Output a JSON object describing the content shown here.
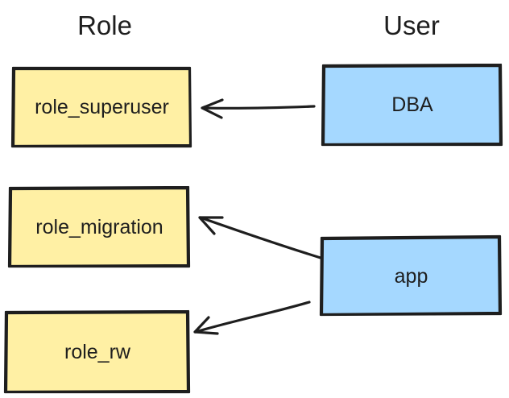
{
  "headers": {
    "role": "Role",
    "user": "User"
  },
  "roles": [
    {
      "id": "role_superuser",
      "label": "role_superuser"
    },
    {
      "id": "role_migration",
      "label": "role_migration"
    },
    {
      "id": "role_rw",
      "label": "role_rw"
    }
  ],
  "users": [
    {
      "id": "dba",
      "label": "DBA"
    },
    {
      "id": "app",
      "label": "app"
    }
  ],
  "edges": [
    {
      "from": "dba",
      "to": "role_superuser"
    },
    {
      "from": "app",
      "to": "role_migration"
    },
    {
      "from": "app",
      "to": "role_rw"
    }
  ],
  "colors": {
    "role_fill": "#fff0a4",
    "user_fill": "#a5d8ff",
    "stroke": "#1e1e1e",
    "text": "#1e1e1e"
  }
}
